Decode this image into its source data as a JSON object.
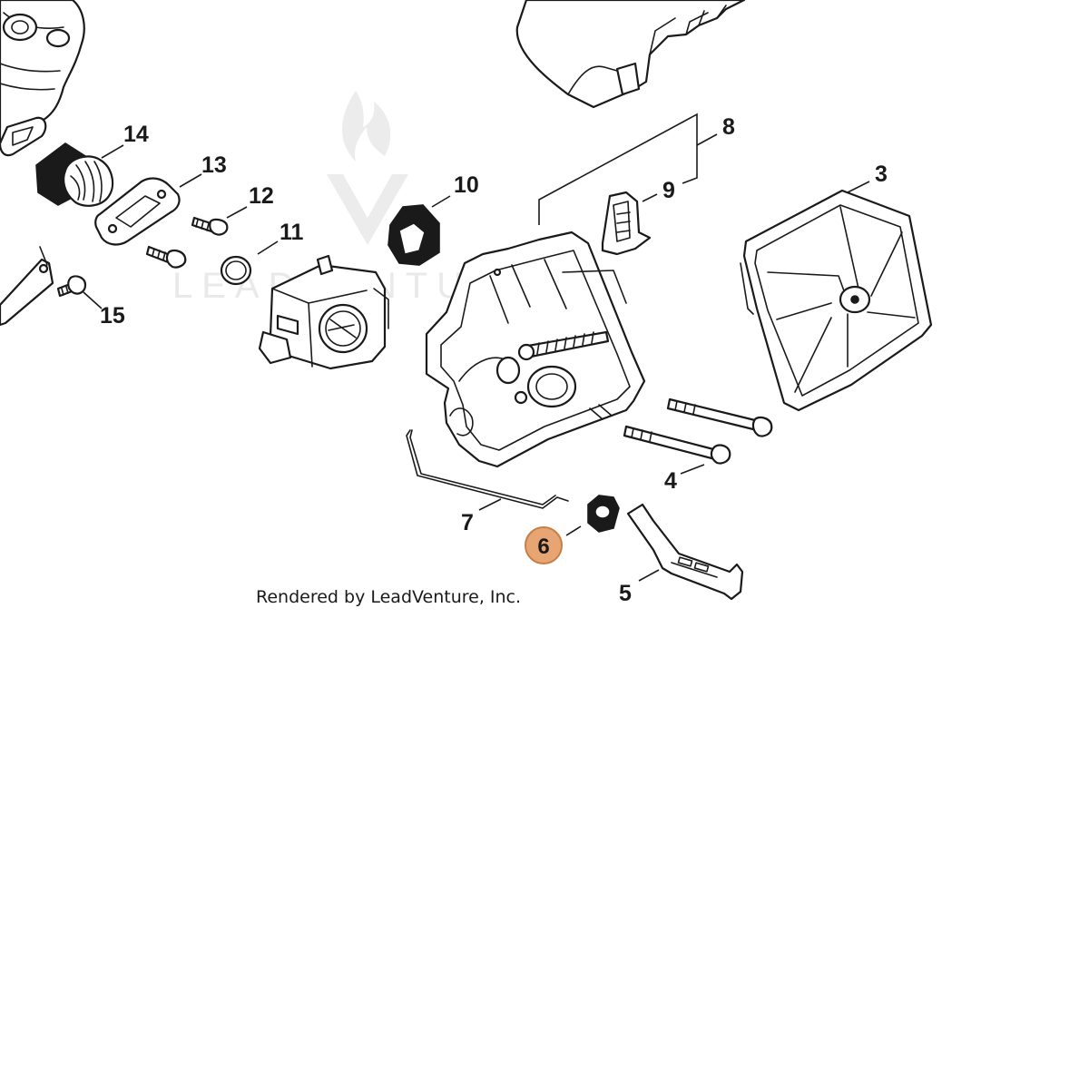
{
  "diagram": {
    "credit": "Rendered by LeadVenture, Inc.",
    "watermark_text": "LEADVENTURE",
    "highlight_color": "#e8a574",
    "highlight_stroke": "#c67f47",
    "callouts": [
      {
        "id": "3",
        "label": "3"
      },
      {
        "id": "4",
        "label": "4"
      },
      {
        "id": "5",
        "label": "5"
      },
      {
        "id": "6",
        "label": "6",
        "highlighted": true
      },
      {
        "id": "7",
        "label": "7"
      },
      {
        "id": "8",
        "label": "8"
      },
      {
        "id": "9",
        "label": "9"
      },
      {
        "id": "10",
        "label": "10"
      },
      {
        "id": "11",
        "label": "11"
      },
      {
        "id": "12",
        "label": "12"
      },
      {
        "id": "13",
        "label": "13"
      },
      {
        "id": "14",
        "label": "14"
      },
      {
        "id": "15",
        "label": "15"
      }
    ]
  }
}
